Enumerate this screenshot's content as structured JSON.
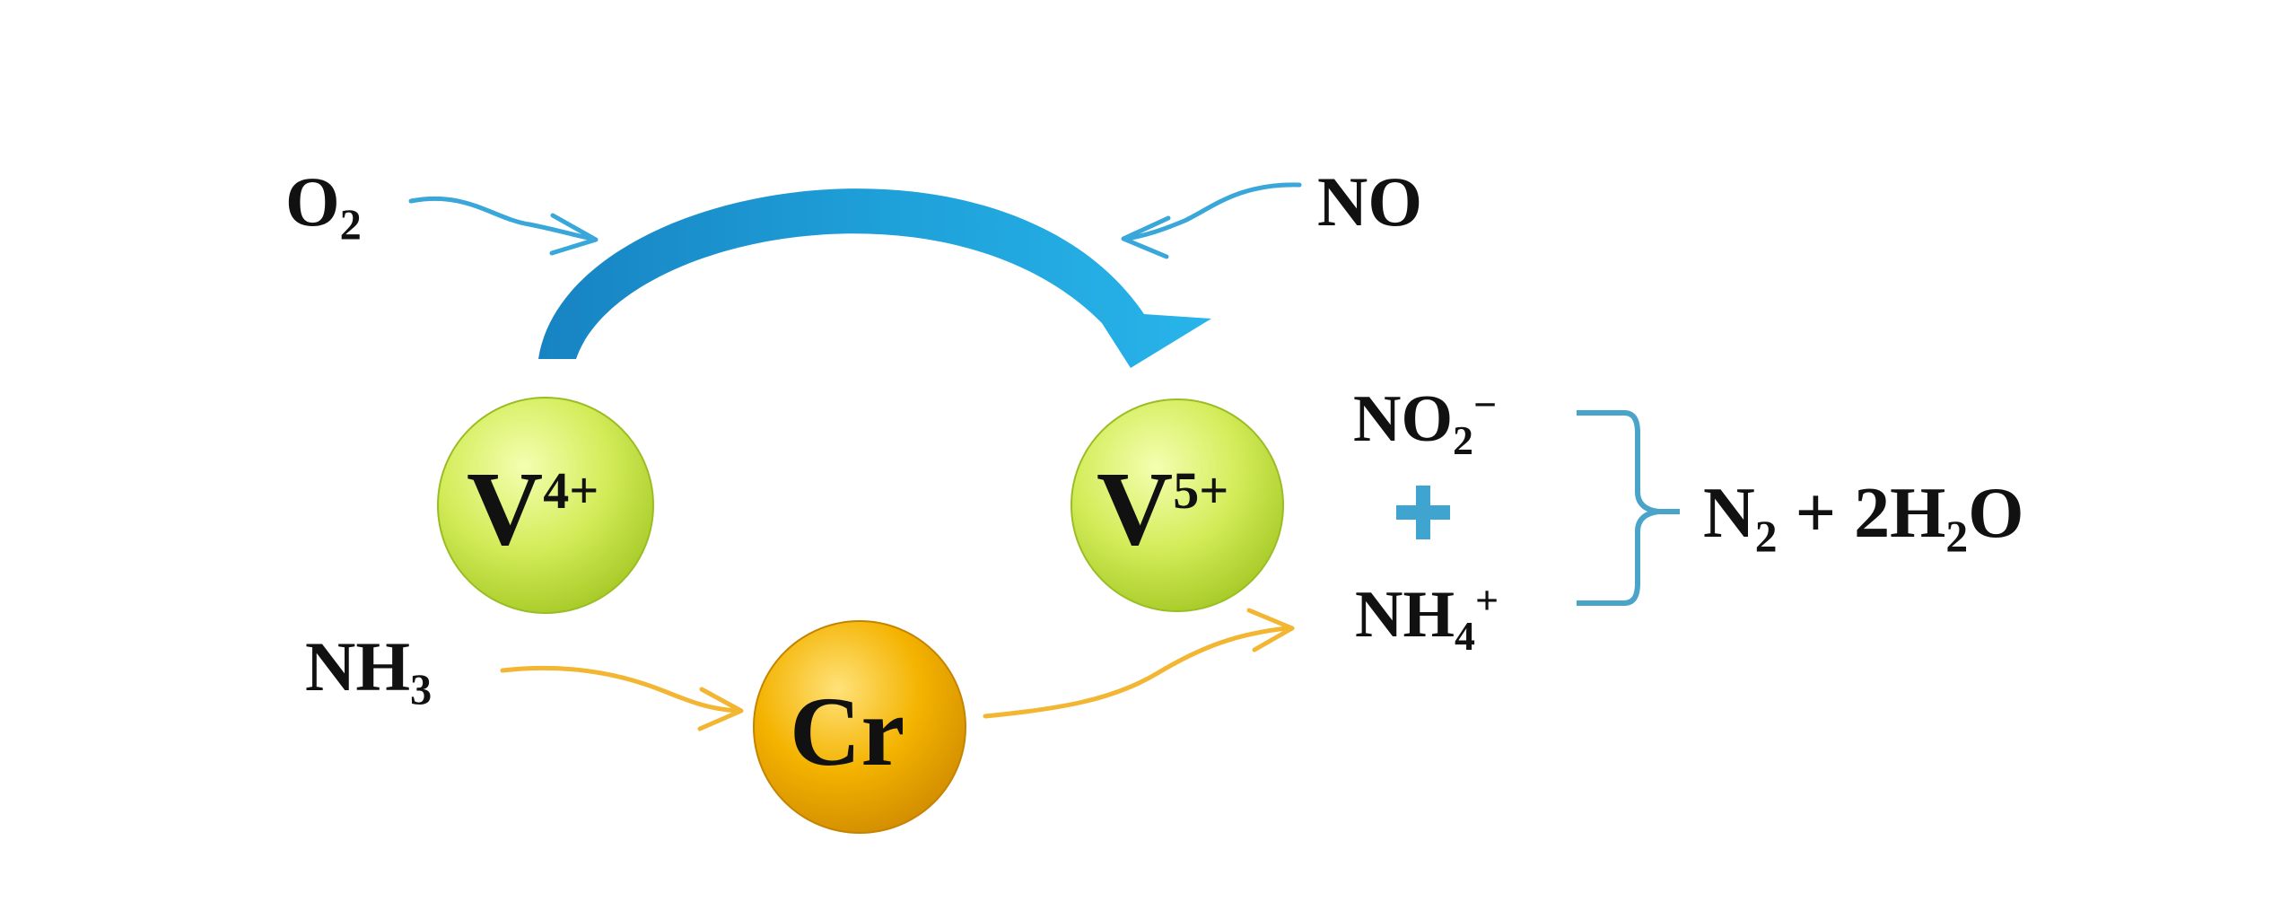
{
  "reactants": {
    "o2": {
      "base": "O",
      "sub": "2"
    },
    "no": {
      "base": "NO"
    },
    "nh3": {
      "base": "NH",
      "sub": "3"
    }
  },
  "nodes": {
    "v4": {
      "symbol": "V",
      "charge": "4+",
      "color": "#d4ec5a"
    },
    "v5": {
      "symbol": "V",
      "charge": "5+",
      "color": "#d4ec5a"
    },
    "cr": {
      "symbol": "Cr",
      "color": "#f4b300"
    }
  },
  "intermediates": {
    "no2": {
      "base": "NO",
      "sub": "2",
      "sup": "−"
    },
    "plus": "+",
    "nh4": {
      "base": "NH",
      "sub": "4",
      "sup": "+"
    }
  },
  "products": {
    "n2": {
      "base": "N",
      "sub": "2"
    },
    "plus": "+ ",
    "water": {
      "coef": "2H",
      "sub": "2",
      "tail": "O"
    }
  },
  "colors": {
    "big_arrow": "#1e9fd8",
    "thin_arrow_blue": "#3aa7da",
    "thin_arrow_orange": "#f2b632",
    "bracket": "#4aa3c9",
    "plus": "#3fa4cf",
    "text": "#111111"
  }
}
